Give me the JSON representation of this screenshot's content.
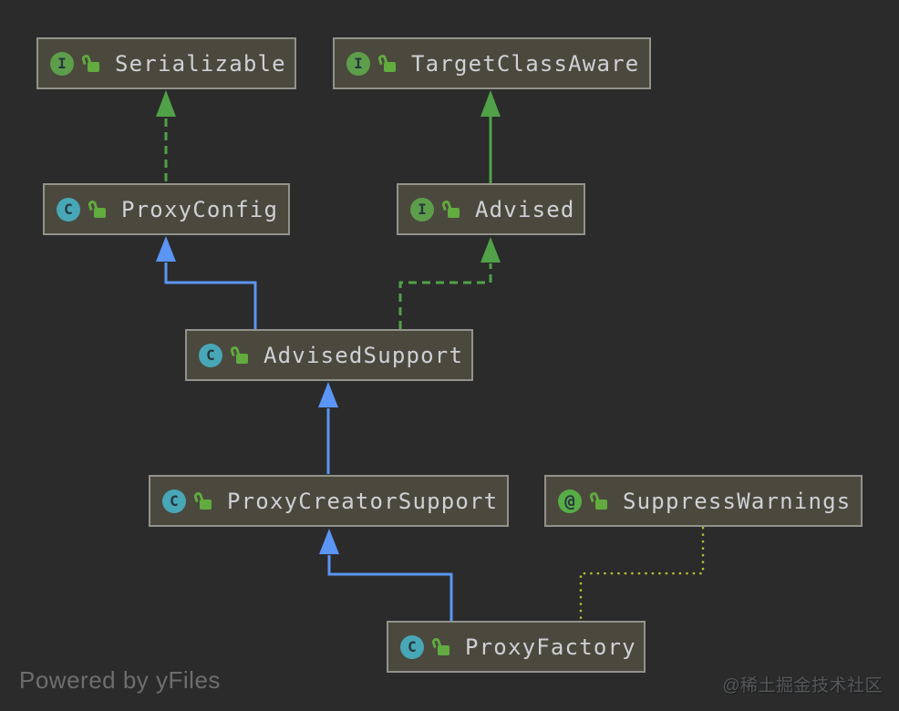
{
  "nodes": [
    {
      "id": "serializable",
      "badge": "I",
      "badge_type": "interface",
      "label": "Serializable"
    },
    {
      "id": "target-class-aware",
      "badge": "I",
      "badge_type": "interface",
      "label": "TargetClassAware"
    },
    {
      "id": "proxy-config",
      "badge": "C",
      "badge_type": "class",
      "label": "ProxyConfig"
    },
    {
      "id": "advised",
      "badge": "I",
      "badge_type": "interface",
      "label": "Advised"
    },
    {
      "id": "advised-support",
      "badge": "C",
      "badge_type": "class",
      "label": "AdvisedSupport"
    },
    {
      "id": "proxy-creator-support",
      "badge": "C",
      "badge_type": "class",
      "label": "ProxyCreatorSupport"
    },
    {
      "id": "suppress-warnings",
      "badge": "@",
      "badge_type": "annotation",
      "label": "SuppressWarnings"
    },
    {
      "id": "proxy-factory",
      "badge": "C",
      "badge_type": "class",
      "label": "ProxyFactory"
    }
  ],
  "edges": [
    {
      "from": "ProxyConfig",
      "to": "Serializable",
      "relation": "implements",
      "style": "green-dashed-arrow"
    },
    {
      "from": "Advised",
      "to": "TargetClassAware",
      "relation": "extends",
      "style": "green-solid-arrow"
    },
    {
      "from": "AdvisedSupport",
      "to": "ProxyConfig",
      "relation": "extends",
      "style": "blue-solid-arrow"
    },
    {
      "from": "AdvisedSupport",
      "to": "Advised",
      "relation": "implements",
      "style": "green-dashed-arrow"
    },
    {
      "from": "ProxyCreatorSupport",
      "to": "AdvisedSupport",
      "relation": "extends",
      "style": "blue-solid-arrow"
    },
    {
      "from": "ProxyFactory",
      "to": "ProxyCreatorSupport",
      "relation": "extends",
      "style": "blue-solid-arrow"
    },
    {
      "from": "ProxyFactory",
      "to": "SuppressWarnings",
      "relation": "annotated-with",
      "style": "yellow-dotted"
    }
  ],
  "footer": {
    "powered_by": "Powered by yFiles",
    "watermark": "@稀土掘金技术社区"
  },
  "colors": {
    "background": "#2b2b2b",
    "node_fill": "#4b493d",
    "node_border": "#92928c",
    "node_text": "#ced1d6",
    "interface_badge": "#5d9e4b",
    "class_badge": "#47a7b7",
    "annotation_badge": "#57ad46",
    "lock_icon": "#61ab3f",
    "edge_blue": "#5b95f5",
    "edge_green": "#51a148",
    "edge_dotted_yellow": "#b8be33"
  }
}
